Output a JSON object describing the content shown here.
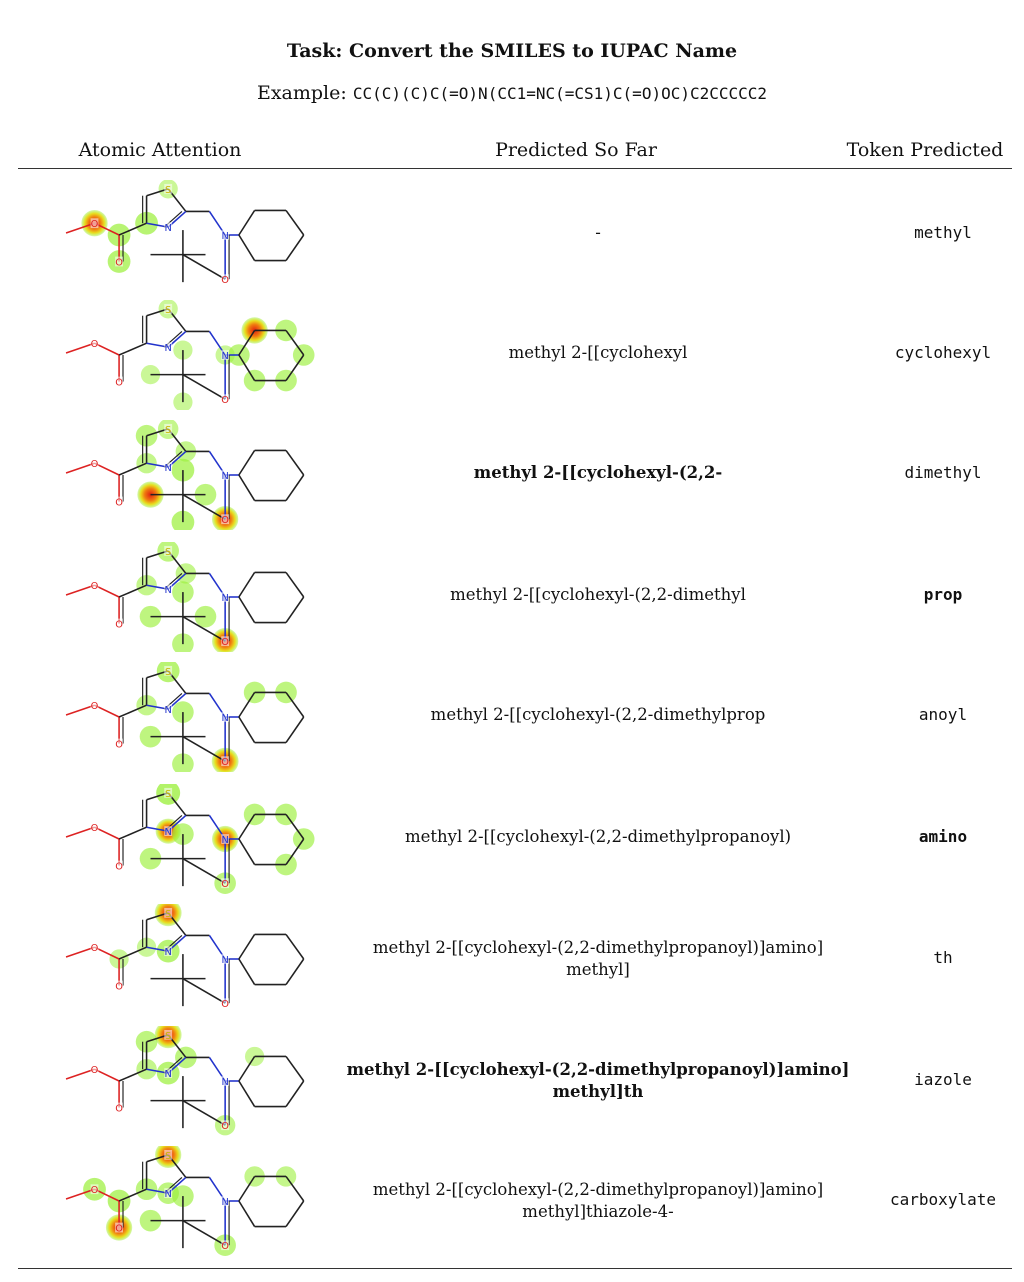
{
  "title": "Task: Convert the SMILES to IUPAC Name",
  "example": {
    "label": "Example:",
    "smiles": "CC(C)(C)C(=O)N(CC1=NC(=CS1)C(=O)OC)C2CCCCC2"
  },
  "columns": [
    "Atomic Attention",
    "Predicted So Far",
    "Token Predicted"
  ],
  "atom_labels": {
    "S": "S",
    "N": "N",
    "O": "O"
  },
  "colors": {
    "bond": "#222222",
    "nitrogen": "#2233cc",
    "oxygen": "#dd2222",
    "sulfur": "#c8b400",
    "glow": "#9bef3a",
    "hot": "#e02010"
  },
  "rows": [
    {
      "predicted": [
        "-"
      ],
      "token": "methyl",
      "bold_pred": false,
      "bold_tok": false,
      "attention": {
        "c3": 0.6,
        "c4": 0.6,
        "o1": 0.9,
        "o2": 0.6,
        "s": 0.3
      }
    },
    {
      "predicted": [
        "methyl 2-[[cyclohexyl"
      ],
      "token": "cyclohexyl",
      "bold_pred": false,
      "bold_tok": false,
      "attention": {
        "h1": 0.9,
        "h2": 0.5,
        "h3": 0.5,
        "h4": 0.5,
        "h5": 0.5,
        "h6": 0.5,
        "q1": 0.3,
        "q2": 0.3,
        "q3": 0.3,
        "s": 0.3,
        "n1": 0.3
      }
    },
    {
      "predicted": [
        "methyl 2-[[cyclohexyl-(2,2-"
      ],
      "token": "dimethyl",
      "bold_pred": true,
      "bold_tok": false,
      "attention": {
        "q1": 0.9,
        "q2": 0.6,
        "q3": 0.6,
        "q4": 0.5,
        "o3": 0.9,
        "c1": 0.5,
        "c2": 0.4,
        "c4": 0.4,
        "s": 0.4
      }
    },
    {
      "predicted": [
        "methyl 2-[[cyclohexyl-(2,2-dimethyl"
      ],
      "token": "prop",
      "bold_pred": false,
      "bold_tok": true,
      "attention": {
        "o3": 0.9,
        "q1": 0.5,
        "q2": 0.5,
        "q3": 0.5,
        "q4": 0.5,
        "c2": 0.4,
        "c4": 0.4,
        "s": 0.5
      }
    },
    {
      "predicted": [
        "methyl 2-[[cyclohexyl-(2,2-dimethylprop"
      ],
      "token": "anoyl",
      "bold_pred": false,
      "bold_tok": false,
      "attention": {
        "o3": 0.95,
        "q1": 0.5,
        "q2": 0.5,
        "q3": 0.5,
        "s": 0.6,
        "h1": 0.5,
        "h2": 0.5,
        "c4": 0.4
      }
    },
    {
      "predicted": [
        "methyl 2-[[cyclohexyl-(2,2-dimethylpropanoyl)"
      ],
      "token": "amino",
      "bold_pred": false,
      "bold_tok": true,
      "attention": {
        "n1": 0.9,
        "n2": 0.8,
        "s": 0.7,
        "h1": 0.5,
        "h2": 0.5,
        "h3": 0.5,
        "h4": 0.5,
        "q1": 0.5,
        "q2": 0.5,
        "o3": 0.5
      }
    },
    {
      "predicted": [
        "methyl 2-[[cyclohexyl-(2,2-dimethylpropanoyl)]amino]",
        "methyl]"
      ],
      "token": "th",
      "bold_pred": false,
      "bold_tok": false,
      "attention": {
        "s": 0.95,
        "n2": 0.6,
        "c3": 0.3,
        "c4": 0.3
      }
    },
    {
      "predicted": [
        "methyl 2-[[cyclohexyl-(2,2-dimethylpropanoyl)]amino]",
        "methyl]th"
      ],
      "token": "iazole",
      "bold_pred": true,
      "bold_tok": false,
      "attention": {
        "s": 0.95,
        "n2": 0.6,
        "c2": 0.5,
        "c1": 0.5,
        "o3": 0.4,
        "h1": 0.3,
        "c4": 0.4
      }
    },
    {
      "predicted": [
        "methyl 2-[[cyclohexyl-(2,2-dimethylpropanoyl)]amino]",
        "methyl]thiazole-4-"
      ],
      "token": "carboxylate",
      "bold_pred": false,
      "bold_tok": false,
      "attention": {
        "s": 0.9,
        "o2": 0.9,
        "o1": 0.6,
        "c3": 0.6,
        "c4": 0.5,
        "n2": 0.5,
        "q1": 0.5,
        "q2": 0.5,
        "h1": 0.4,
        "h2": 0.4,
        "o3": 0.5
      }
    }
  ]
}
